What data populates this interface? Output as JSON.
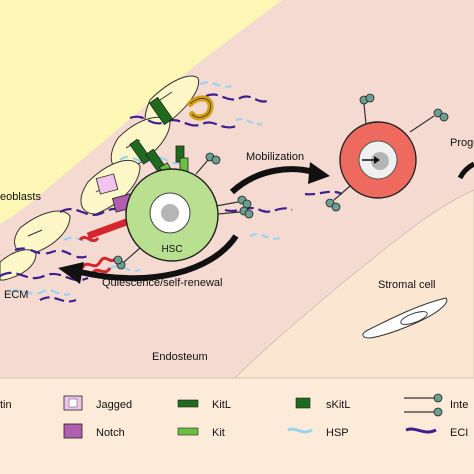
{
  "labels": {
    "osteoblasts": "eoblasts",
    "hsc": "HSC",
    "mobilization": "Mobilization",
    "progenitor": "Proge",
    "quiescence": "Quiescence/self-renewal",
    "ecm_region": "ECM",
    "stromal_cell": "Stromal cell",
    "endosteum": "Endosteum"
  },
  "legend": {
    "item_tin": "tin",
    "item_jagged": "Jagged",
    "item_notch": "Notch",
    "item_kitl": "KitL",
    "item_kit": "Kit",
    "item_skitl": "sKitL",
    "item_hsp": "HSP",
    "item_inte": "Inte",
    "item_ecm": "ECI"
  },
  "colors": {
    "background_pink": "#F4DAD1",
    "bone_yellow": "#FCF7B4",
    "stroma_tan": "#FBE6D2",
    "hsc_green": "#B9DF91",
    "progenitor_red": "#EE6A5E",
    "jagged": "#F2C3EC",
    "notch": "#B05EAF",
    "kitl_dark_green": "#1F6B1D",
    "kit_light_green": "#69C041",
    "hsp_light_blue": "#9CD4EE",
    "ecm_purple": "#3F1E8D",
    "n_cadherin_red": "#D6252C",
    "receptor_gold": "#D4A014"
  }
}
